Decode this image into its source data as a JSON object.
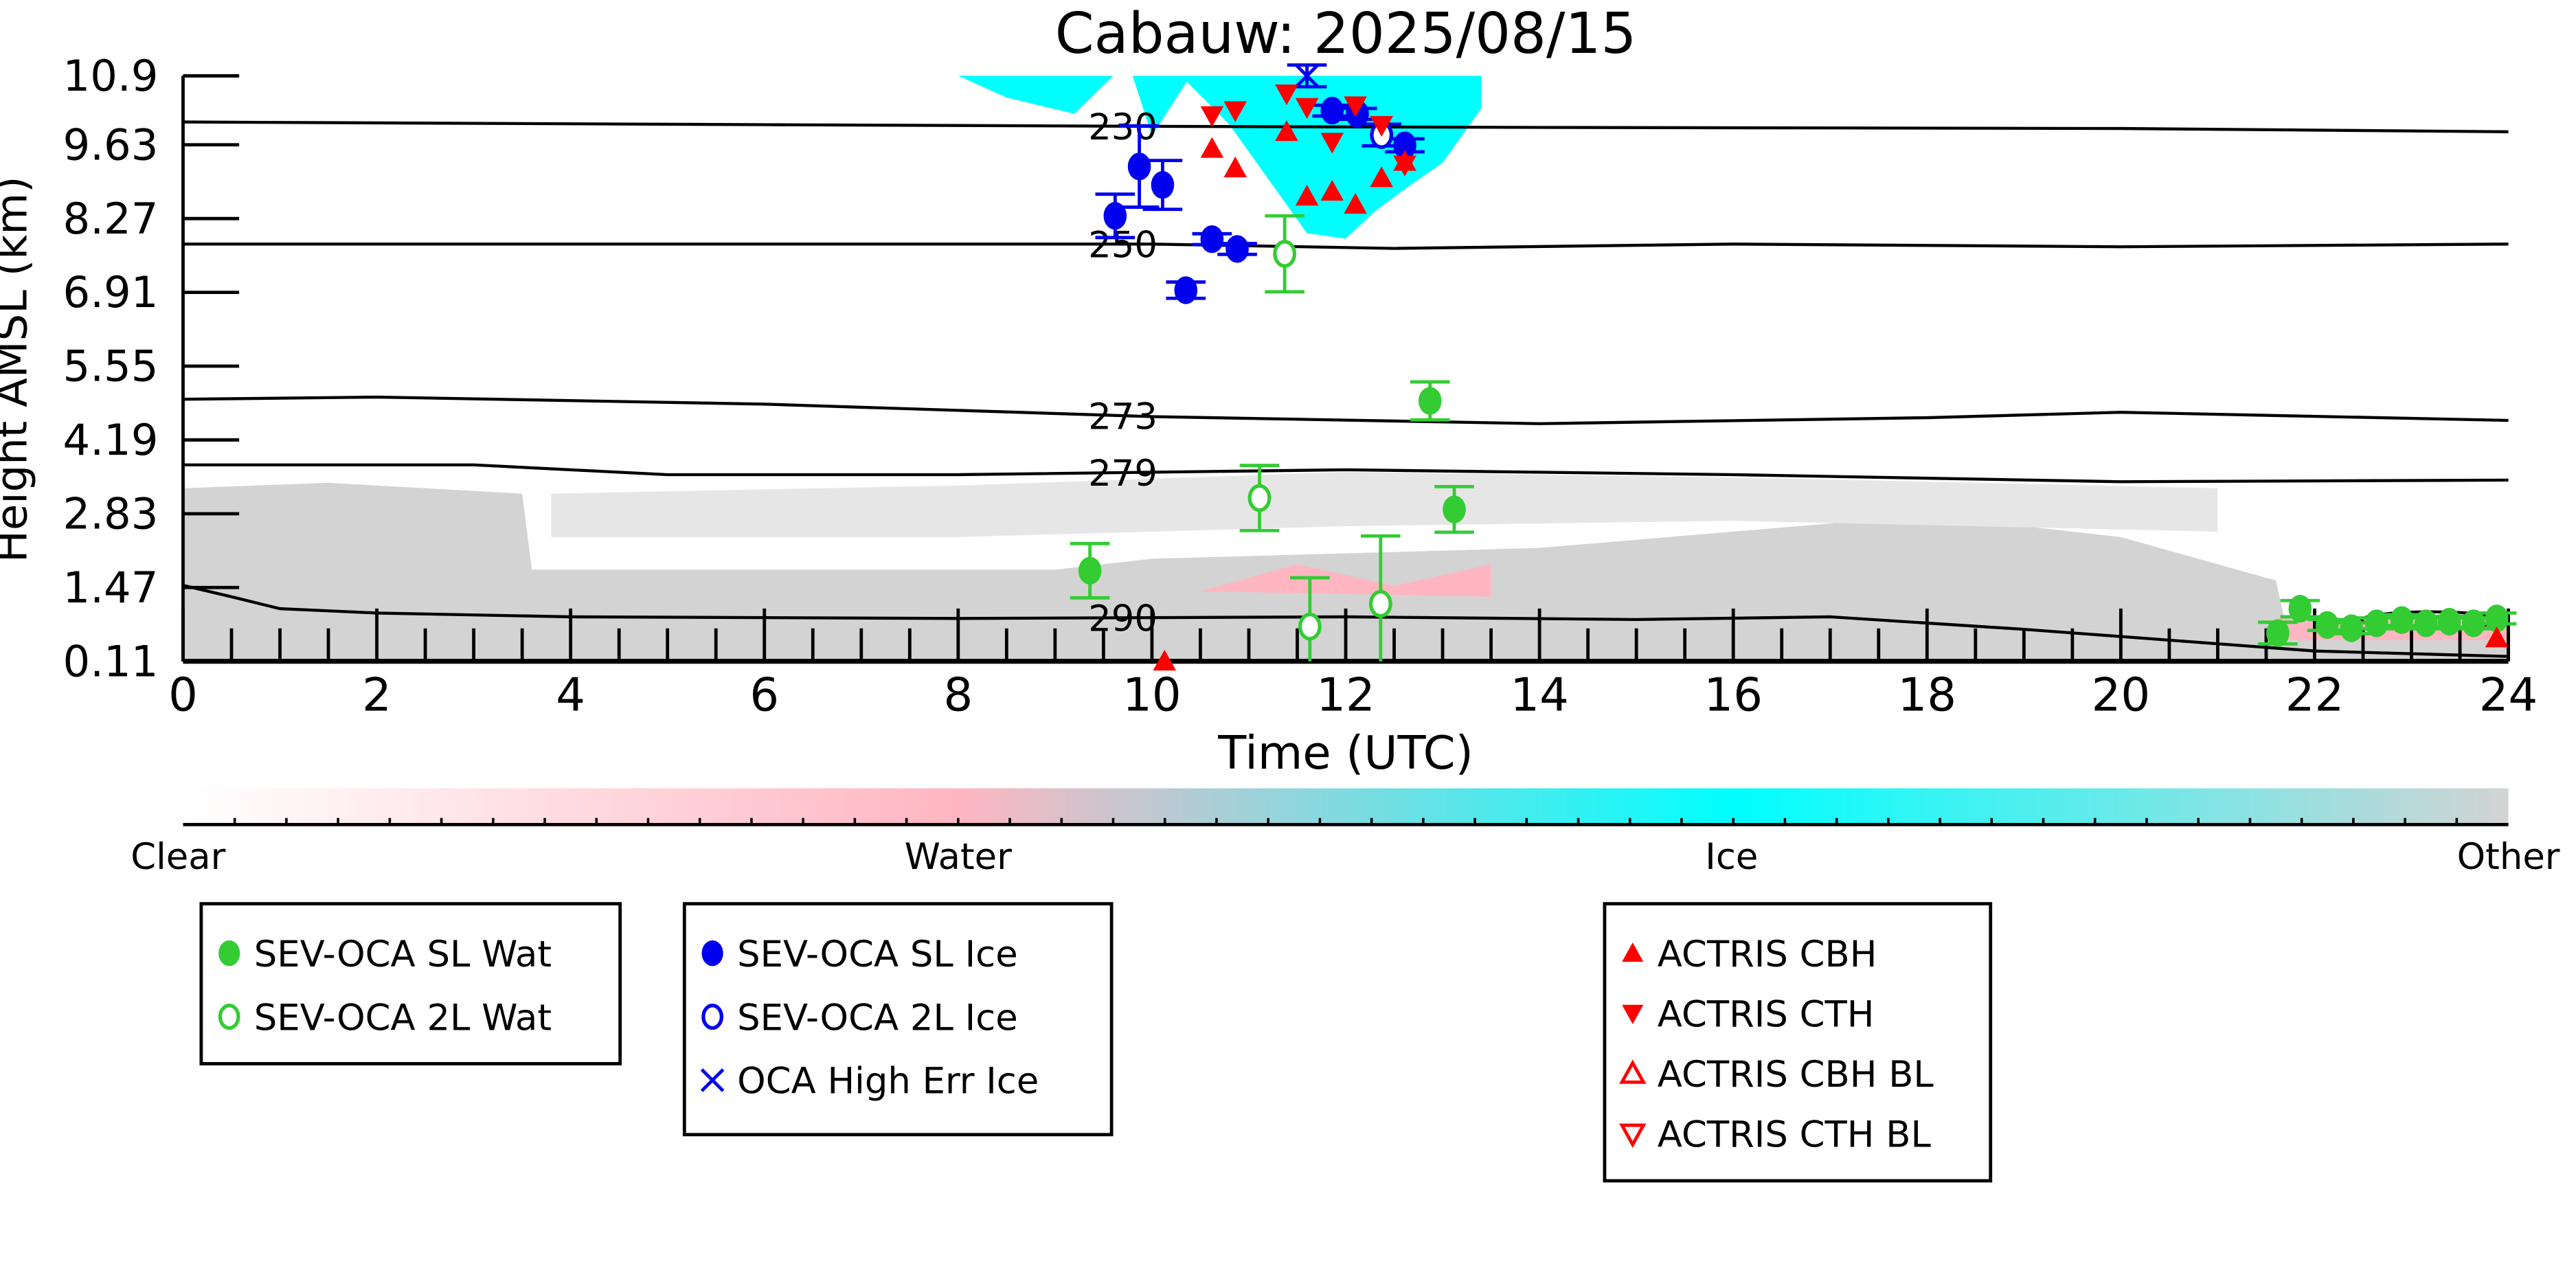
{
  "chart_data": {
    "type": "scatter",
    "title": "Cabauw: 2025/08/15",
    "xlabel": "Time (UTC)",
    "ylabel": "Height AMSL (km)",
    "xlim": [
      0,
      24
    ],
    "ylim": [
      0.11,
      10.9
    ],
    "xticks": [
      0,
      2,
      4,
      6,
      8,
      10,
      12,
      14,
      16,
      18,
      20,
      22,
      24
    ],
    "xtick_labels": [
      "0",
      "2",
      "4",
      "6",
      "8",
      "10",
      "12",
      "14",
      "16",
      "18",
      "20",
      "22",
      "24"
    ],
    "xminor_step": 0.5,
    "yticks": [
      0.11,
      1.47,
      2.83,
      4.19,
      5.55,
      6.91,
      8.27,
      9.63,
      10.9
    ],
    "ytick_labels": [
      "0.11",
      "1.47",
      "2.83",
      "4.19",
      "5.55",
      "6.91",
      "8.27",
      "9.63",
      "10.9"
    ],
    "isotherms": [
      {
        "label": "230",
        "label_x": 9.7,
        "points": [
          [
            0,
            10.05
          ],
          [
            6,
            10.0
          ],
          [
            10,
            9.97
          ],
          [
            14,
            9.95
          ],
          [
            20,
            9.93
          ],
          [
            24,
            9.87
          ]
        ]
      },
      {
        "label": "250",
        "label_x": 9.7,
        "points": [
          [
            0,
            7.8
          ],
          [
            10,
            7.8
          ],
          [
            12.5,
            7.72
          ],
          [
            16,
            7.8
          ],
          [
            20,
            7.75
          ],
          [
            24,
            7.8
          ]
        ]
      },
      {
        "label": "273",
        "label_x": 9.7,
        "points": [
          [
            0,
            4.94
          ],
          [
            2,
            4.98
          ],
          [
            6,
            4.85
          ],
          [
            10,
            4.62
          ],
          [
            14,
            4.49
          ],
          [
            18,
            4.6
          ],
          [
            20,
            4.7
          ],
          [
            24,
            4.55
          ]
        ]
      },
      {
        "label": "279",
        "label_x": 9.7,
        "points": [
          [
            0,
            3.73
          ],
          [
            3,
            3.73
          ],
          [
            5,
            3.55
          ],
          [
            8,
            3.55
          ],
          [
            12,
            3.64
          ],
          [
            16,
            3.55
          ],
          [
            20,
            3.42
          ],
          [
            24,
            3.45
          ]
        ]
      },
      {
        "label": "290",
        "label_x": 9.7,
        "points": [
          [
            0,
            1.51
          ],
          [
            0.5,
            1.3
          ],
          [
            1,
            1.08
          ],
          [
            2,
            1.0
          ],
          [
            4,
            0.93
          ],
          [
            8,
            0.9
          ],
          [
            12,
            0.93
          ],
          [
            15,
            0.88
          ],
          [
            17,
            0.93
          ],
          [
            19,
            0.7
          ],
          [
            22,
            0.3
          ],
          [
            24,
            0.2
          ]
        ]
      }
    ],
    "colorbar": {
      "labels": [
        "Clear",
        "Water",
        "Ice",
        "Other"
      ],
      "colors": [
        "#ffffff",
        "#ffb6c1",
        "#00ffff",
        "#d3d3d3"
      ]
    },
    "series": [
      {
        "name": "SEV-OCA SL Wat",
        "marker": "circle-filled",
        "color": "#33cc33",
        "points": [
          [
            9.36,
            1.78,
            0.5
          ],
          [
            12.87,
            4.91,
            0.35
          ],
          [
            13.12,
            2.91,
            0.42
          ],
          [
            21.62,
            0.63,
            0.2
          ],
          [
            21.85,
            1.08,
            0.15
          ],
          [
            22.13,
            0.78,
            0.1
          ],
          [
            22.38,
            0.72,
            0.1
          ],
          [
            22.64,
            0.81,
            0.1
          ],
          [
            22.9,
            0.87,
            0.1
          ],
          [
            23.15,
            0.81,
            0.1
          ],
          [
            23.39,
            0.84,
            0.1
          ],
          [
            23.64,
            0.81,
            0.1
          ],
          [
            23.88,
            0.9,
            0.1
          ]
        ]
      },
      {
        "name": "SEV-OCA 2L Wat",
        "marker": "circle-open",
        "color": "#33cc33",
        "points": [
          [
            11.37,
            7.62,
            0.7
          ],
          [
            11.11,
            3.12,
            0.6
          ],
          [
            11.63,
            0.75,
            0.9
          ],
          [
            12.36,
            1.17,
            1.25
          ]
        ]
      },
      {
        "name": "SEV-OCA SL Ice",
        "marker": "circle-filled",
        "color": "#0000ee",
        "points": [
          [
            9.62,
            8.32,
            0.4
          ],
          [
            9.87,
            9.23,
            0.75
          ],
          [
            10.11,
            8.89,
            0.45
          ],
          [
            10.35,
            6.95,
            0.15
          ],
          [
            10.62,
            7.89,
            0.1
          ],
          [
            10.88,
            7.71,
            0.1
          ],
          [
            11.86,
            10.26,
            0.1
          ],
          [
            12.12,
            10.2,
            0.1
          ],
          [
            12.61,
            9.62,
            0.12
          ]
        ]
      },
      {
        "name": "SEV-OCA 2L Ice",
        "marker": "circle-open",
        "color": "#0000ee",
        "points": [
          [
            12.37,
            9.81,
            0.2
          ]
        ]
      },
      {
        "name": "OCA High Err Ice",
        "marker": "x",
        "color": "#0000ee",
        "points": [
          [
            11.6,
            10.9,
            0.2
          ]
        ]
      },
      {
        "name": "ACTRIS CBH",
        "marker": "triangle-up",
        "color": "#ff0000",
        "points": [
          [
            10.62,
            9.56
          ],
          [
            10.86,
            9.2
          ],
          [
            11.39,
            9.87
          ],
          [
            11.6,
            8.68
          ],
          [
            11.86,
            8.77
          ],
          [
            12.1,
            8.53
          ],
          [
            12.37,
            9.02
          ],
          [
            12.61,
            9.32
          ],
          [
            23.88,
            0.54
          ],
          [
            10.13,
            0.11
          ]
        ]
      },
      {
        "name": "ACTRIS CTH",
        "marker": "triangle-down",
        "color": "#ff0000",
        "points": [
          [
            10.62,
            10.17
          ],
          [
            10.86,
            10.26
          ],
          [
            11.39,
            10.57
          ],
          [
            11.6,
            10.32
          ],
          [
            11.86,
            9.68
          ],
          [
            12.1,
            10.35
          ],
          [
            12.37,
            9.99
          ],
          [
            12.61,
            9.26
          ]
        ]
      },
      {
        "name": "ACTRIS CBH BL",
        "marker": "triangle-up-open",
        "color": "#ff0000",
        "points": []
      },
      {
        "name": "ACTRIS CTH BL",
        "marker": "triangle-down-open",
        "color": "#ff0000",
        "points": []
      }
    ],
    "legends": [
      [
        "SEV-OCA SL Wat",
        "SEV-OCA 2L Wat"
      ],
      [
        "SEV-OCA SL Ice",
        "SEV-OCA 2L Ice",
        "OCA High Err Ice"
      ],
      [
        "ACTRIS CBH",
        "ACTRIS CTH",
        "ACTRIS CBH BL",
        "ACTRIS CTH BL"
      ]
    ]
  }
}
